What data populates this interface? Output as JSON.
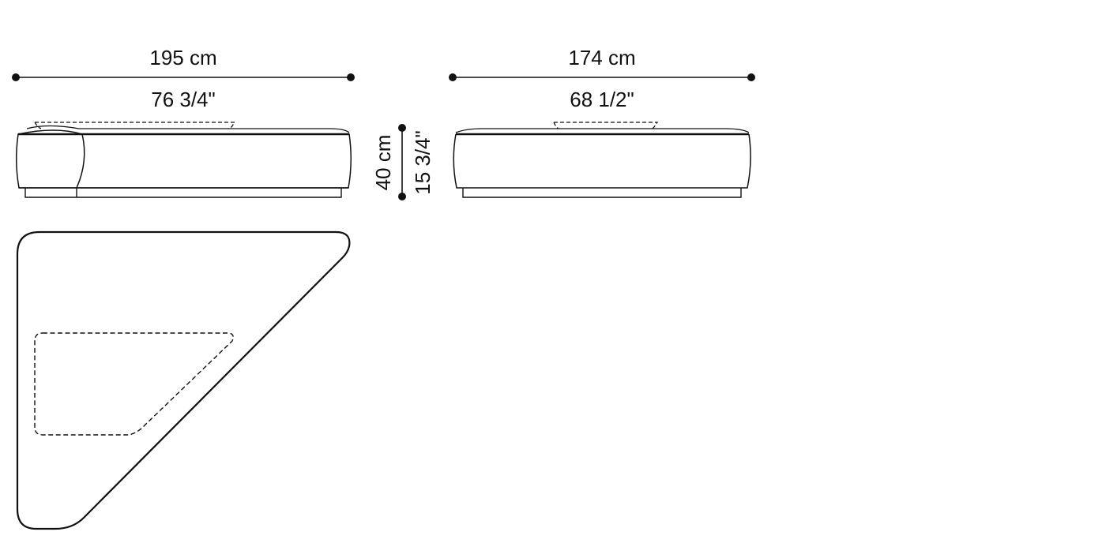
{
  "diagram": {
    "type": "furniture-dimension-drawing",
    "stroke_color": "#111111",
    "background_color": "#ffffff",
    "views": {
      "front_elevation": {
        "width_metric": "195 cm",
        "width_imperial": "76 3/4\""
      },
      "side_elevation": {
        "width_metric": "174 cm",
        "width_imperial": "68 1/2\""
      },
      "height": {
        "metric": "40 cm",
        "imperial": "15 3/4\""
      },
      "plan_view": {
        "shape": "rounded-right-triangle",
        "inner_outline": "dashed"
      }
    }
  }
}
